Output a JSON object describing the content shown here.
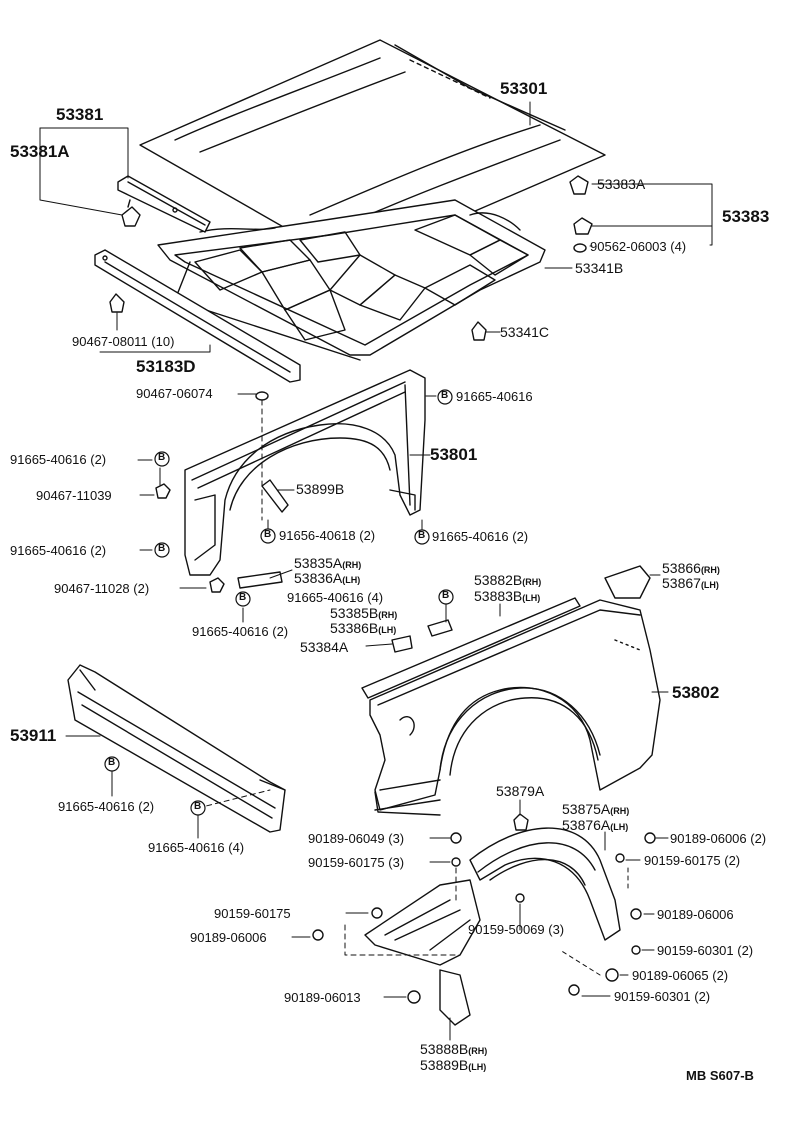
{
  "colors": {
    "ink": "#111111",
    "background": "#ffffff",
    "fill": "#e8e8e8"
  },
  "parts": {
    "p53381": "53381",
    "p53381A": "53381A",
    "p53301": "53301",
    "p53383A": "53383A",
    "p53383": "53383",
    "p90562_06003": "90562-06003 (4)",
    "p53341B": "53341B",
    "p90467_08011": "90467-08011 (10)",
    "p53183D": "53183D",
    "p53341C": "53341C",
    "p90467_06074": "90467-06074",
    "p91665_40616_top": "91665-40616",
    "p53801": "53801",
    "p91665_40616_2a": "91665-40616 (2)",
    "p90467_11039": "90467-11039",
    "p53899B": "53899B",
    "p91656_40618": "91656-40618 (2)",
    "p91665_40616_2b": "91665-40616 (2)",
    "p91665_40616_2c": "91665-40616 (2)",
    "p53835A": "53835A",
    "p53836A": "53836A",
    "p90467_11028": "90467-11028 (2)",
    "p91665_40616_2d": "91665-40616 (2)",
    "p53866": "53866",
    "p53867": "53867",
    "p53882B": "53882B",
    "p53883B": "53883B",
    "p91665_40616_4a": "91665-40616 (4)",
    "p53385B": "53385B",
    "p53386B": "53386B",
    "p53384A": "53384A",
    "p53802": "53802",
    "p53911": "53911",
    "p91665_40616_2e": "91665-40616 (2)",
    "p91665_40616_4b": "91665-40616 (4)",
    "p53879A": "53879A",
    "p53875A": "53875A",
    "p53876A": "53876A",
    "p90189_06049": "90189-06049 (3)",
    "p90159_60175_3": "90159-60175 (3)",
    "p90189_06006_2": "90189-06006 (2)",
    "p90159_60175_2": "90159-60175 (2)",
    "p90159_60175": "90159-60175",
    "p90189_06006_a": "90189-06006",
    "p90189_06006_b": "90189-06006",
    "p90159_50069": "90159-50069 (3)",
    "p90159_60301_a": "90159-60301 (2)",
    "p90189_06065": "90189-06065 (2)",
    "p90189_06013": "90189-06013",
    "p90159_60301_b": "90159-60301 (2)",
    "p53888B": "53888B",
    "p53889B": "53889B"
  },
  "side_tags": {
    "rh": "(RH)",
    "lh": "(LH)"
  },
  "bolt_marker": "B",
  "footer_code": "MB  S607-B"
}
